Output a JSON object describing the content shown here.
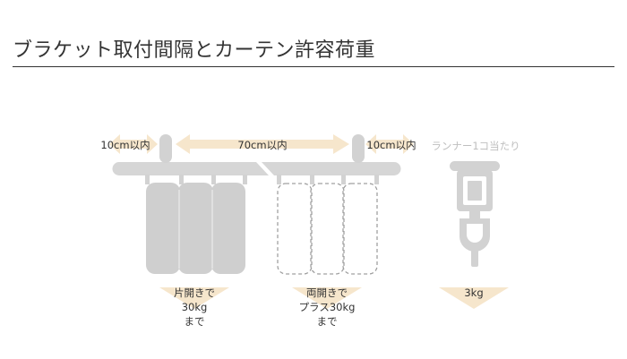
{
  "title": "ブラケット取付間隔とカーテン許容荷重",
  "colors": {
    "rail": "#d6d6d6",
    "curtain": "#cfcfcf",
    "dashed": "#a0a0a0",
    "arrow": "#f6e6cc",
    "text": "#333333",
    "muted": "#bfbfbf"
  },
  "spacing": {
    "left": "10cm以内",
    "middle": "70cm以内",
    "right": "10cm以内"
  },
  "runner": {
    "label": "ランナー1コ当たり",
    "load": "3kg"
  },
  "loads": {
    "single": [
      "片開きで",
      "30kg",
      "まで"
    ],
    "double": [
      "両開きで",
      "プラス30kg",
      "まで"
    ]
  }
}
